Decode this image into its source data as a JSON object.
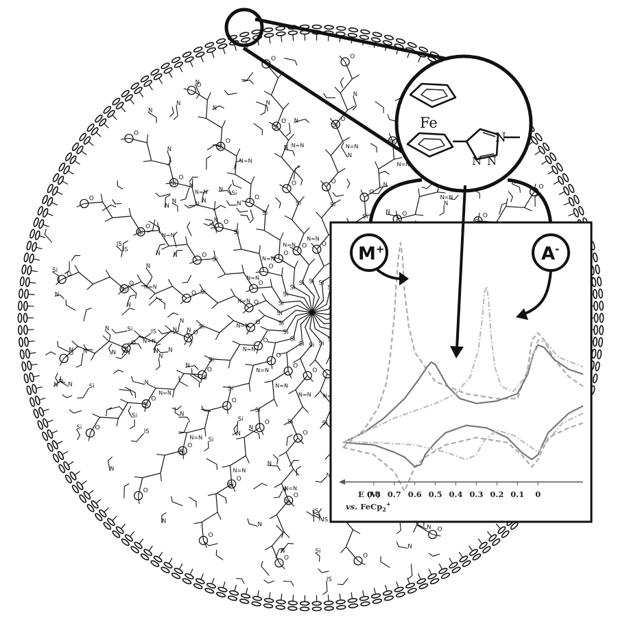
{
  "zoom": {
    "metal_label": "Fe",
    "n_label_1": "N",
    "n_label_2": "N",
    "n_label_3": "N"
  },
  "molecule_labels": {
    "silicon": "Si",
    "oxygen": "O",
    "triazole_nitrogen": "N",
    "triazole_nn": "N=N",
    "flipped_silicon": "IS"
  },
  "cations": {
    "symbol": "M",
    "charge": "+"
  },
  "anions": {
    "symbol": "A",
    "charge": "-"
  },
  "colors": {
    "ink": "#111111",
    "curve_dark": "#777777",
    "curve_light": "#aaaaaa",
    "curve_lighter": "#bbbbbb",
    "axis": "#555555"
  },
  "chart_data": {
    "type": "line",
    "xlabel": "E (V)",
    "xlabel_ref_prefix": "vs.",
    "xlabel_ref": "FeCp",
    "xlabel_ref_sub": "2",
    "xlabel_ref_sup": "+",
    "x_ticks": [
      "0.8",
      "0.7",
      "0.6",
      "0.5",
      "0.4",
      "0.3",
      "0.2",
      "0.1",
      "0"
    ],
    "xlim": [
      0.95,
      -0.22
    ],
    "x_reversed": true,
    "grid": false,
    "series": [
      {
        "style": "dashed",
        "color": "#aaaaaa",
        "x": [
          0.95,
          0.85,
          0.78,
          0.74,
          0.72,
          0.7,
          0.69,
          0.68,
          0.67,
          0.66,
          0.65,
          0.63,
          0.6,
          0.5,
          0.35,
          0.2,
          0.1,
          0.05,
          0.03,
          0.0,
          -0.03,
          -0.08,
          -0.15,
          -0.22
        ],
        "y": [
          0.08,
          0.15,
          0.24,
          0.34,
          0.45,
          0.62,
          0.76,
          0.86,
          0.92,
          0.86,
          0.72,
          0.58,
          0.47,
          0.35,
          0.3,
          0.28,
          0.28,
          0.4,
          0.52,
          0.55,
          0.52,
          0.44,
          0.37,
          0.33
        ]
      },
      {
        "style": "dashed",
        "color": "#aaaaaa",
        "x": [
          -0.22,
          -0.15,
          -0.05,
          0.0,
          0.03,
          0.08,
          0.15,
          0.3,
          0.45,
          0.55,
          0.6,
          0.63,
          0.65,
          0.7,
          0.8,
          0.95
        ],
        "y": [
          0.18,
          0.16,
          0.12,
          0.03,
          0.0,
          0.05,
          0.1,
          0.12,
          0.09,
          0.04,
          0.0,
          -0.06,
          -0.1,
          -0.02,
          0.05,
          0.08
        ]
      },
      {
        "style": "solid",
        "color": "#777777",
        "x": [
          0.95,
          0.85,
          0.75,
          0.65,
          0.58,
          0.54,
          0.52,
          0.5,
          0.48,
          0.44,
          0.38,
          0.3,
          0.2,
          0.1,
          0.05,
          0.02,
          0.0,
          -0.03,
          -0.08,
          -0.15,
          -0.22
        ],
        "y": [
          0.1,
          0.14,
          0.2,
          0.28,
          0.36,
          0.41,
          0.43,
          0.42,
          0.39,
          0.33,
          0.28,
          0.26,
          0.27,
          0.3,
          0.38,
          0.47,
          0.5,
          0.49,
          0.44,
          0.4,
          0.38
        ]
      },
      {
        "style": "solid",
        "color": "#777777",
        "x": [
          -0.22,
          -0.15,
          -0.05,
          0.0,
          0.03,
          0.08,
          0.15,
          0.25,
          0.35,
          0.45,
          0.5,
          0.55,
          0.57,
          0.6,
          0.65,
          0.7,
          0.8,
          0.95
        ],
        "y": [
          0.25,
          0.22,
          0.14,
          0.05,
          0.03,
          0.06,
          0.12,
          0.16,
          0.17,
          0.14,
          0.1,
          0.05,
          0.01,
          0.0,
          0.04,
          0.06,
          0.09,
          0.1
        ]
      },
      {
        "style": "dashdot",
        "color": "#bbbbbb",
        "x": [
          0.95,
          0.7,
          0.5,
          0.4,
          0.33,
          0.29,
          0.27,
          0.26,
          0.25,
          0.24,
          0.23,
          0.21,
          0.18,
          0.12,
          0.06,
          0.02,
          0.0,
          -0.04,
          -0.1,
          -0.22
        ],
        "y": [
          0.1,
          0.2,
          0.26,
          0.3,
          0.37,
          0.48,
          0.62,
          0.72,
          0.74,
          0.68,
          0.55,
          0.41,
          0.33,
          0.31,
          0.37,
          0.47,
          0.52,
          0.51,
          0.45,
          0.41
        ]
      },
      {
        "style": "dashdot",
        "color": "#bbbbbb",
        "x": [
          -0.22,
          -0.12,
          -0.02,
          0.0,
          0.05,
          0.12,
          0.2,
          0.26,
          0.3,
          0.35,
          0.45,
          0.6,
          0.8,
          0.95
        ],
        "y": [
          0.22,
          0.18,
          0.08,
          0.06,
          0.09,
          0.13,
          0.15,
          0.11,
          0.05,
          0.03,
          0.06,
          0.09,
          0.1,
          0.1
        ]
      }
    ]
  }
}
